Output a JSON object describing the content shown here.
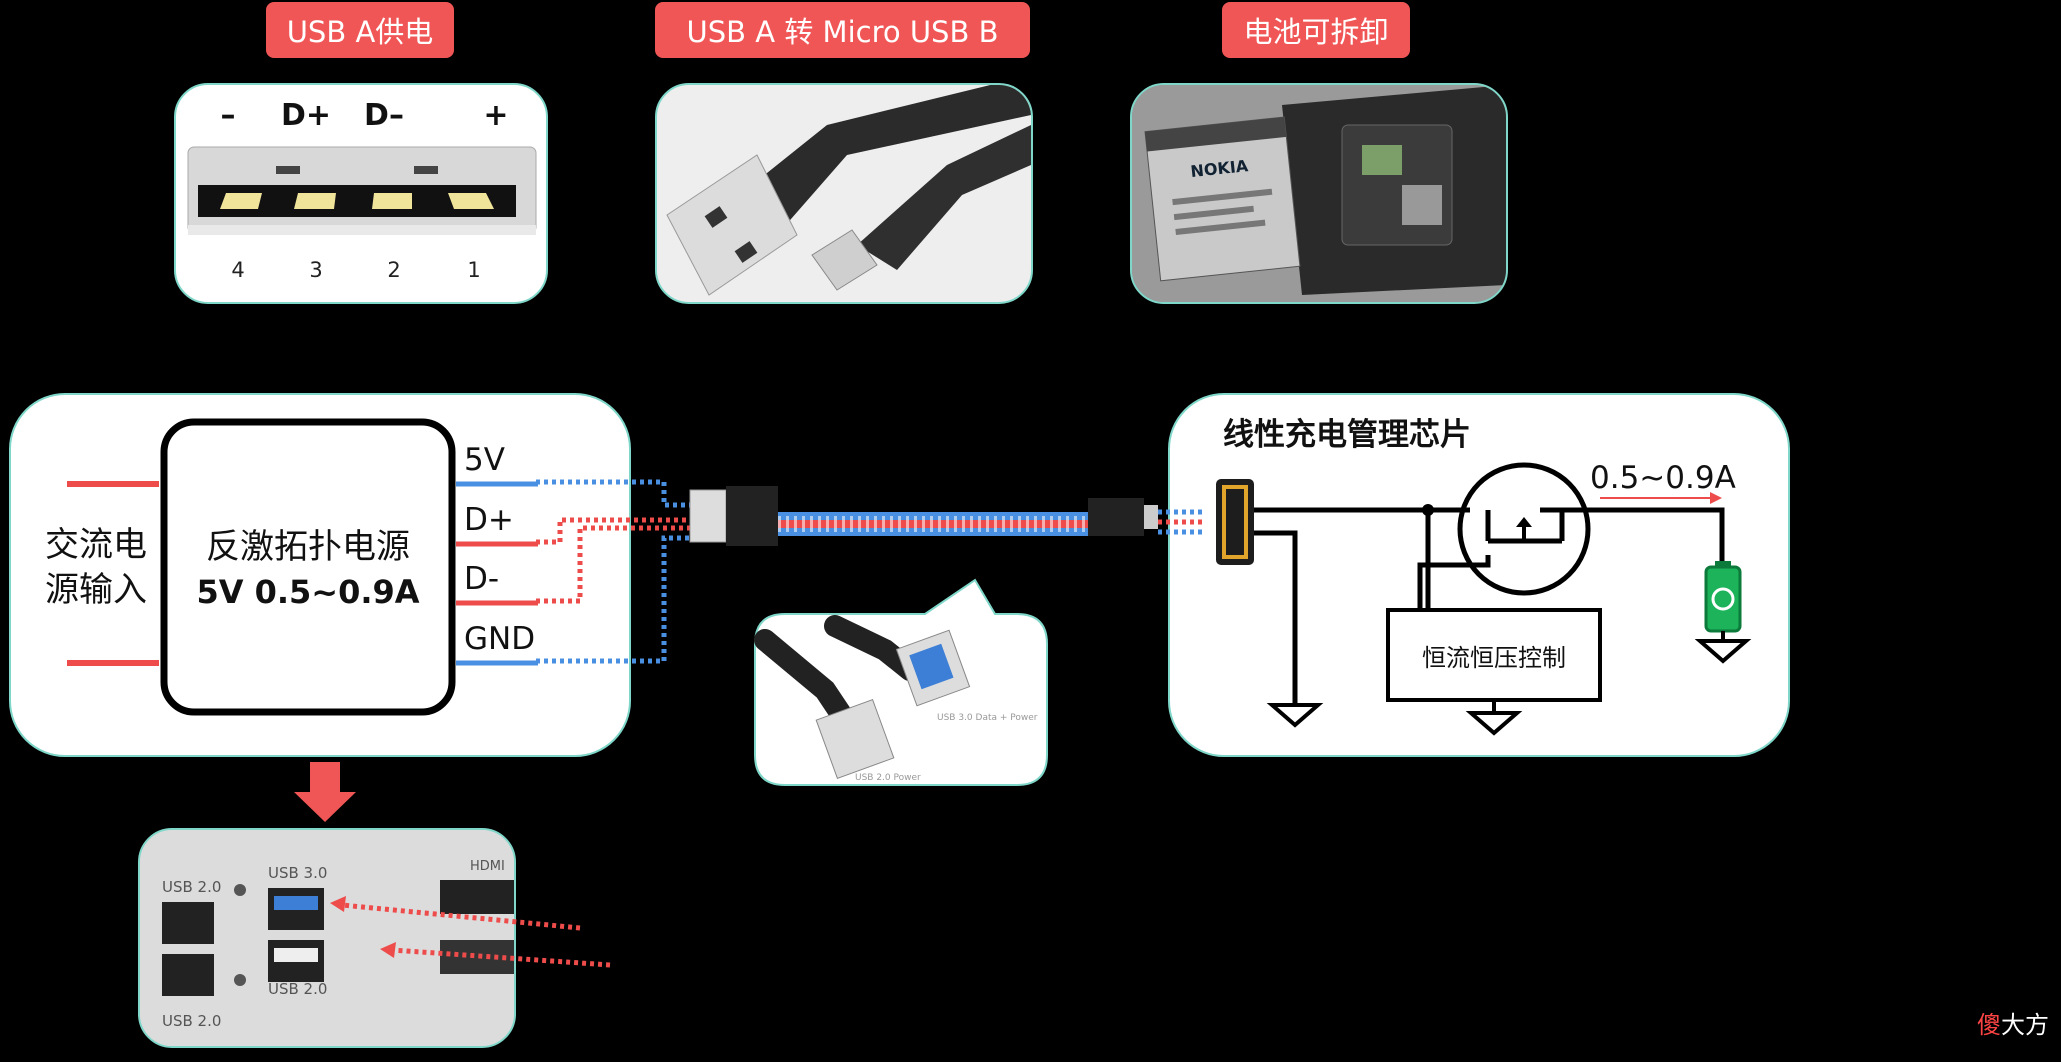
{
  "labels": {
    "usb_a_power": "USB A供电",
    "usb_a_to_micro": "USB A 转 Micro USB B",
    "battery_removable": "电池可拆卸"
  },
  "pinout": {
    "pin_names": [
      "–",
      "D+",
      "D–",
      "+"
    ],
    "pin_numbers": [
      "4",
      "3",
      "2",
      "1"
    ]
  },
  "battery_brand": "NOKIA",
  "power_block": {
    "ac_input_line1": "交流电",
    "ac_input_line2": "源输入",
    "name": "反激拓扑电源",
    "spec": "5V 0.5~0.9A",
    "signals": [
      "5V",
      "D+",
      "D-",
      "GND"
    ]
  },
  "charger_block": {
    "title": "线性充电管理芯片",
    "current": "0.5~0.9A",
    "control": "恒流恒压控制"
  },
  "usb3_cable": {
    "label_a": "USB 3.0 Data + Power",
    "label_b": "USB 2.0 Power"
  },
  "ports_panel": {
    "labels": [
      "USB 2.0",
      "USB 3.0",
      "USB 2.0",
      "USB 2.0",
      "HDMI"
    ]
  },
  "watermark": {
    "first": "傻",
    "rest": "大方"
  },
  "colors": {
    "tag_red": "#f15656",
    "line_red": "#ee4b4b",
    "line_blue": "#4a90e2",
    "card_border": "#7fd7c9",
    "battery_green": "#1db35b"
  }
}
